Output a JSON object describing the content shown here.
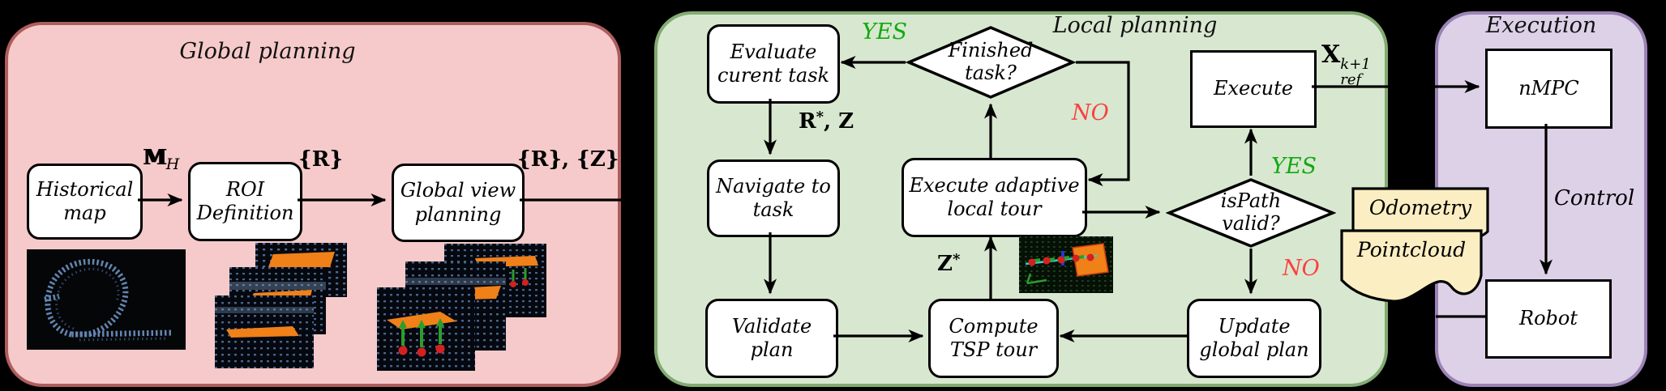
{
  "colors": {
    "global_fill": "#f6caca",
    "global_border": "#ae5d5d",
    "local_fill": "#d8e8d0",
    "local_border": "#83ab72",
    "execution_fill": "#ddd1e8",
    "execution_border": "#9c83b5",
    "document_fill": "#fbeec2",
    "yes_green": "#12a812",
    "no_red": "#fb3f3f",
    "roi_orange": "#f08018",
    "line_black": "#000000"
  },
  "sections": {
    "global": {
      "title": "Global planning"
    },
    "local": {
      "title": "Local planning"
    },
    "execution": {
      "title": "Execution"
    }
  },
  "nodes": {
    "historical_map": "Historical\nmap",
    "roi_definition": "ROI\nDefinition",
    "global_view": "Global view\nplanning",
    "evaluate": "Evaluate\ncurent task",
    "finished": "Finished\ntask?",
    "navigate": "Navigate to\ntask",
    "execute_adaptive": "Execute adaptive\nlocal tour",
    "validate": "Validate\nplan",
    "compute_tsp": "Compute\nTSP tour",
    "ispath": "isPath\nvalid?",
    "update_global": "Update\nglobal plan",
    "execute": "Execute",
    "nmpc": "nMPC",
    "robot": "Robot"
  },
  "documents": {
    "odometry": "Odometry",
    "pointcloud": "Pointcloud"
  },
  "labels": {
    "mh": {
      "base": "M",
      "sub": "H"
    },
    "r_set": "{R}",
    "rz_set": "{R}, {Z}",
    "yes_finished": "YES",
    "no_finished": "NO",
    "rstar_z": {
      "base": "R",
      "sup": "*",
      "rest": ", Z"
    },
    "zstar": {
      "base": "Z",
      "sup": "*"
    },
    "yes_ispath": "YES",
    "no_ispath": "NO",
    "xref": {
      "base": "X",
      "sup": "k+1",
      "sub": "ref"
    },
    "control": "Control"
  }
}
